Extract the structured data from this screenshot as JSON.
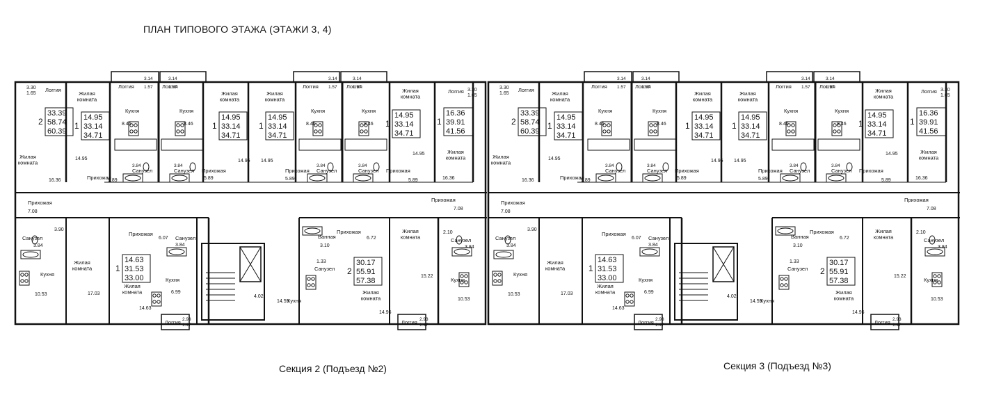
{
  "title": "ПЛАН ТИПОВОГО ЭТАЖА (ЭТАЖИ 3, 4)",
  "sections": [
    {
      "label": "Секция 2 (Подъезд №2)"
    },
    {
      "label": "Секция 3 (Подъезд №3)"
    }
  ],
  "room_terms": {
    "living": "Жилая комната",
    "kitchen": "Кухня",
    "hall": "Прихожая",
    "bath": "Санузел",
    "bathroom": "Ванная",
    "loggia": "Логгия"
  },
  "apartments": [
    {
      "id": "s2-a1",
      "rooms": "2",
      "living": "33.39",
      "total": "58.74",
      "total_with_loggia": "60.39"
    },
    {
      "id": "s2-a2",
      "rooms": "1",
      "living": "14.95",
      "total": "33.14",
      "total_with_loggia": "34.71"
    },
    {
      "id": "s2-a3",
      "rooms": "1",
      "living": "14.95",
      "total": "33.14",
      "total_with_loggia": "34.71"
    },
    {
      "id": "s2-a4",
      "rooms": "1",
      "living": "14.95",
      "total": "33.14",
      "total_with_loggia": "34.71"
    },
    {
      "id": "s2-a5",
      "rooms": "1",
      "living": "14.95",
      "total": "33.14",
      "total_with_loggia": "34.71"
    },
    {
      "id": "s2-a6",
      "rooms": "1",
      "living": "16.36",
      "total": "39.91",
      "total_with_loggia": "41.56"
    },
    {
      "id": "s2-b1",
      "rooms": "1",
      "living": "14.63",
      "total": "31.53",
      "total_with_loggia": "33.00"
    },
    {
      "id": "s2-b2",
      "rooms": "2",
      "living": "30.17",
      "total": "55.91",
      "total_with_loggia": "57.38"
    },
    {
      "id": "s3-a1",
      "rooms": "2",
      "living": "33.39",
      "total": "58.74",
      "total_with_loggia": "60.39"
    },
    {
      "id": "s3-a2",
      "rooms": "1",
      "living": "14.95",
      "total": "33.14",
      "total_with_loggia": "34.71"
    },
    {
      "id": "s3-a3",
      "rooms": "1",
      "living": "14.95",
      "total": "33.14",
      "total_with_loggia": "34.71"
    },
    {
      "id": "s3-a4",
      "rooms": "1",
      "living": "14.95",
      "total": "33.14",
      "total_with_loggia": "34.71"
    },
    {
      "id": "s3-a5",
      "rooms": "1",
      "living": "14.95",
      "total": "33.14",
      "total_with_loggia": "34.71"
    },
    {
      "id": "s3-a6",
      "rooms": "1",
      "living": "16.36",
      "total": "39.91",
      "total_with_loggia": "41.56"
    },
    {
      "id": "s3-b1",
      "rooms": "1",
      "living": "14.63",
      "total": "31.53",
      "total_with_loggia": "33.00"
    },
    {
      "id": "s3-b2",
      "rooms": "2",
      "living": "30.17",
      "total": "55.91",
      "total_with_loggia": "57.38"
    }
  ],
  "room_areas": {
    "loggia_corner": [
      "3.30",
      "1.65"
    ],
    "loggia_pair": [
      "3.14",
      "1.57"
    ],
    "loggia_south": [
      "2.93",
      "1.47"
    ],
    "kitchen": [
      "8.46",
      "10.53",
      "6.99",
      "14.59"
    ],
    "bath": [
      "3.84",
      "3.10",
      "1.33"
    ],
    "hall": [
      "5.89",
      "7.08",
      "3.90",
      "6.07",
      "6.72",
      "2.10",
      "4.02"
    ],
    "living": [
      "14.95",
      "16.36",
      "17.03",
      "14.63",
      "15.22"
    ]
  }
}
